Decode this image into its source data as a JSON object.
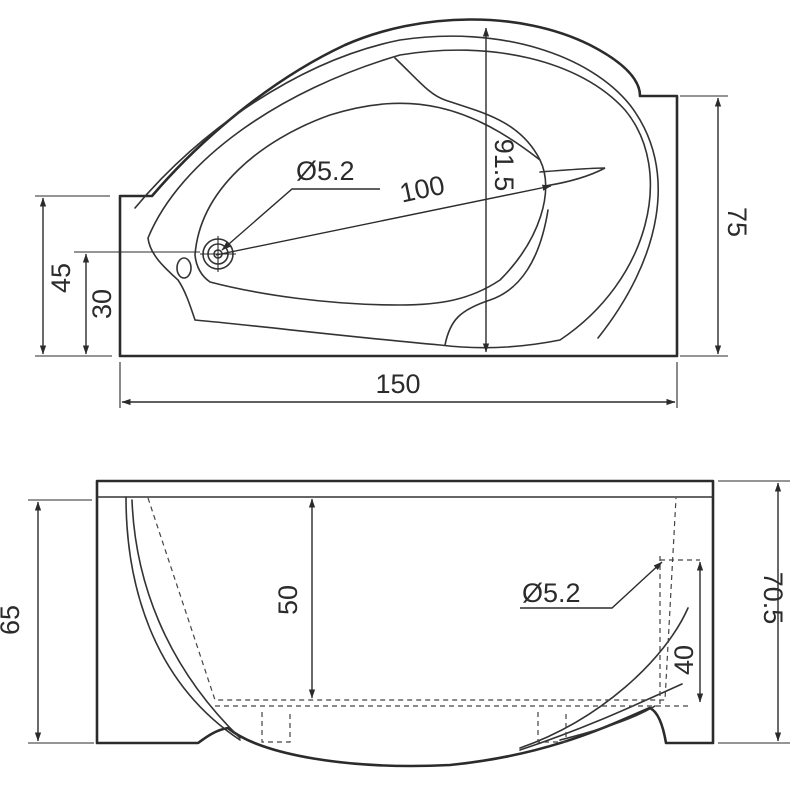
{
  "top_view": {
    "dims": {
      "length": "150",
      "width_right": "75",
      "width_left": "45",
      "drain_offset": "30",
      "diagonal": "100",
      "inner_depth": "91.5",
      "drain_diameter": "Ø5.2"
    }
  },
  "side_view": {
    "dims": {
      "height_left": "65",
      "height_right": "70.5",
      "inner_depth": "50",
      "overflow_height": "40",
      "overflow_diameter": "Ø5.2"
    }
  },
  "colors": {
    "line": "#2b2b2b",
    "background": "#ffffff"
  }
}
